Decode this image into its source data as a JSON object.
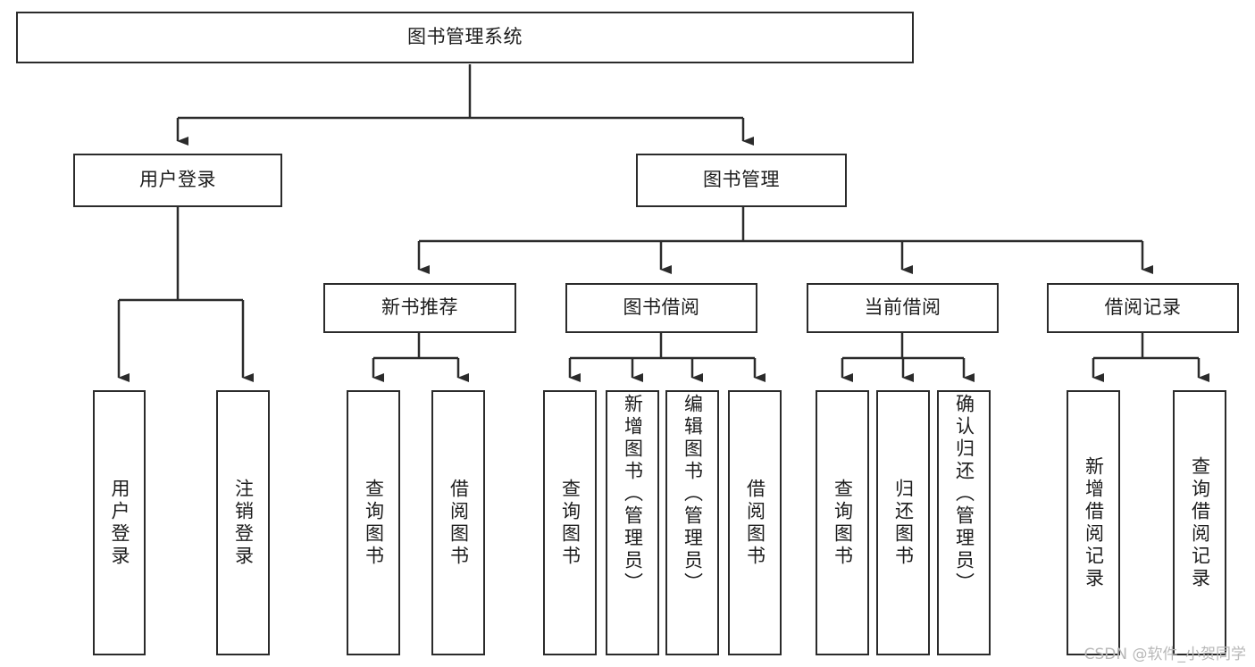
{
  "diagram": {
    "type": "tree-hierarchy-chart",
    "title": "图书管理系统",
    "watermark": "CSDN @软件_小贺同学",
    "colors": {
      "stroke": "#2b2b2b",
      "fill": "#ffffff",
      "text": "#1d1d1d",
      "watermark": "#b8b8b8"
    },
    "root": {
      "label": "图书管理系统",
      "orientation": "horizontal"
    },
    "level2": [
      {
        "label": "用户登录",
        "orientation": "horizontal"
      },
      {
        "label": "图书管理",
        "orientation": "horizontal"
      }
    ],
    "level3": [
      {
        "label": "新书推荐",
        "orientation": "horizontal",
        "parent": "图书管理"
      },
      {
        "label": "图书借阅",
        "orientation": "horizontal",
        "parent": "图书管理"
      },
      {
        "label": "当前借阅",
        "orientation": "horizontal",
        "parent": "图书管理"
      },
      {
        "label": "借阅记录",
        "orientation": "horizontal",
        "parent": "图书管理"
      }
    ],
    "leaves": {
      "user_login": [
        {
          "label": "用户登录",
          "orientation": "vertical"
        },
        {
          "label": "注销登录",
          "orientation": "vertical"
        }
      ],
      "new_book_recommend": [
        {
          "label": "查询图书",
          "orientation": "vertical"
        },
        {
          "label": "借阅图书",
          "orientation": "vertical"
        }
      ],
      "book_borrow": [
        {
          "label": "查询图书",
          "orientation": "vertical"
        },
        {
          "label": "新增图书（管理员）",
          "orientation": "vertical"
        },
        {
          "label": "编辑图书（管理员）",
          "orientation": "vertical"
        },
        {
          "label": "借阅图书",
          "orientation": "vertical"
        }
      ],
      "current_borrow": [
        {
          "label": "查询图书",
          "orientation": "vertical"
        },
        {
          "label": "归还图书",
          "orientation": "vertical"
        },
        {
          "label": "确认归还（管理员）",
          "orientation": "vertical"
        }
      ],
      "borrow_record": [
        {
          "label": "新增借阅记录",
          "orientation": "vertical"
        },
        {
          "label": "查询借阅记录",
          "orientation": "vertical"
        }
      ]
    }
  }
}
